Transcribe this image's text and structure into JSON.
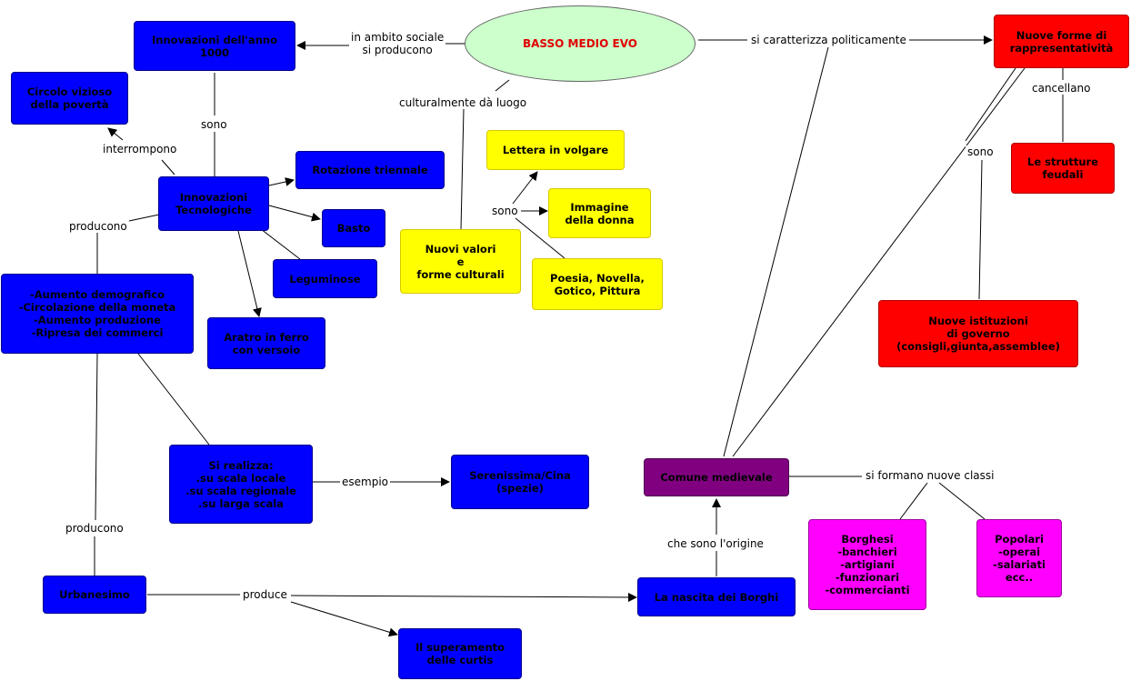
{
  "center": "BASSO MEDIO EVO",
  "nodes": {
    "innovazioni_anno_1000": "Innovazioni dell'anno\n1000",
    "circolo_vizioso": "Circolo vizioso\ndella povertà",
    "innovazioni_tecnologiche": "Innovazioni\nTecnologiche",
    "rotazione_triennale": "Rotazione triennale",
    "basto": "Basto",
    "leguminose": "Leguminose",
    "aratro": "Aratro in ferro\ncon versoio",
    "effetti": "-Aumento demografico\n-Circolazione della moneta\n-Aumento produzione\n-Ripresa dei commerci",
    "si_realizza": "Si realizza:\n.su scala locale\n.su scala regionale\n.su larga scala",
    "serenissima": "Serenissima/Cina\n(spezie)",
    "urbanesimo": "Urbanesimo",
    "superamento_curtis": "Il superamento\ndelle curtis",
    "nascita_borghi": "La nascita dei Borghi",
    "comune_medievale": "Comune medievale",
    "borghesi": "Borghesi\n-banchieri\n-artigiani\n-funzionari\n-commercianti",
    "popolari": "Popolari\n-operai\n-salariati\necc..",
    "nuovi_valori": "Nuovi valori\ne\nforme culturali",
    "lettera_volgare": "Lettera in volgare",
    "immagine_donna": "Immagine\ndella donna",
    "poesia": "Poesia, Novella,\nGotico, Pittura",
    "nuove_forme": "Nuove forme di\nrappresentatività",
    "strutture_feudali": "Le strutture\nfeudali",
    "nuove_istituzioni": "Nuove istituzioni\ndi governo\n(consigli,giunta,assemblee)"
  },
  "labels": {
    "ambito_sociale": "in ambito sociale\nsi producono",
    "politicamente": "si caratterizza politicamente",
    "culturalmente": "culturalmente dà luogo",
    "sono_1": "sono",
    "interrompono": "interrompono",
    "producono_1": "producono",
    "sono_2": "sono",
    "cancellano": "cancellano",
    "sono_3": "sono",
    "esempio": "esempio",
    "producono_2": "producono",
    "produce": "produce",
    "origine": "che sono l'origine",
    "nuove_classi": "si formano nuove classi"
  }
}
